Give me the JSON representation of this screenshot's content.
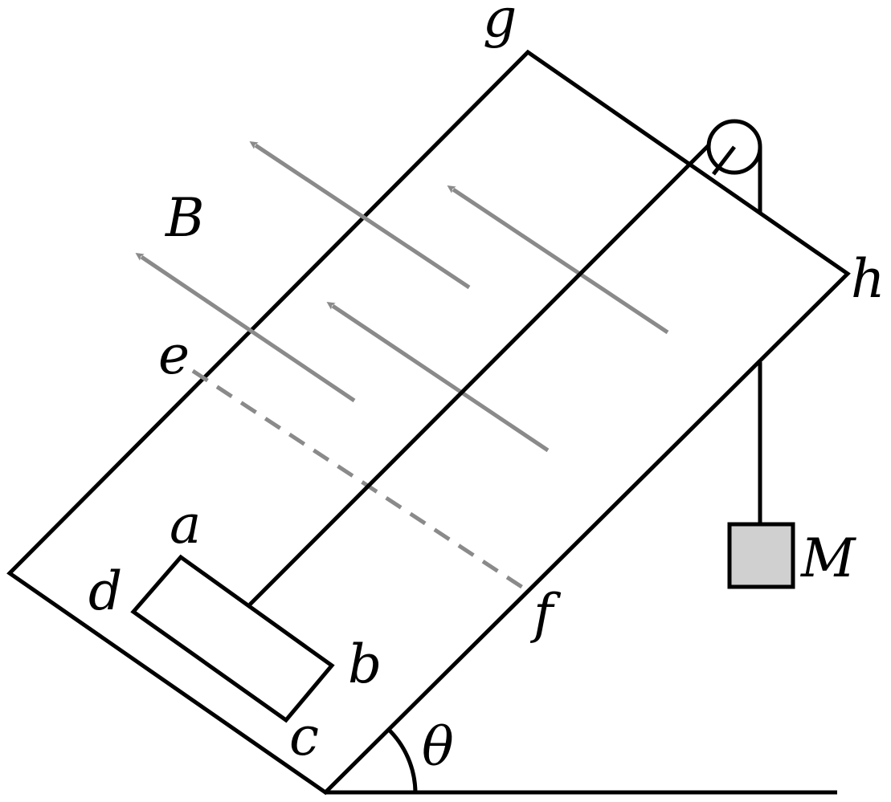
{
  "labels": {
    "g": "g",
    "h": "h",
    "e": "e",
    "f": "f",
    "a": "a",
    "b": "b",
    "c": "c",
    "d": "d",
    "B": "B",
    "M": "M",
    "theta": "θ"
  },
  "colors": {
    "line": "#000000",
    "field_arrow": "#8a8a8a",
    "dashed_line": "#8a8a8a",
    "block_fill": "#d0d0d0"
  }
}
